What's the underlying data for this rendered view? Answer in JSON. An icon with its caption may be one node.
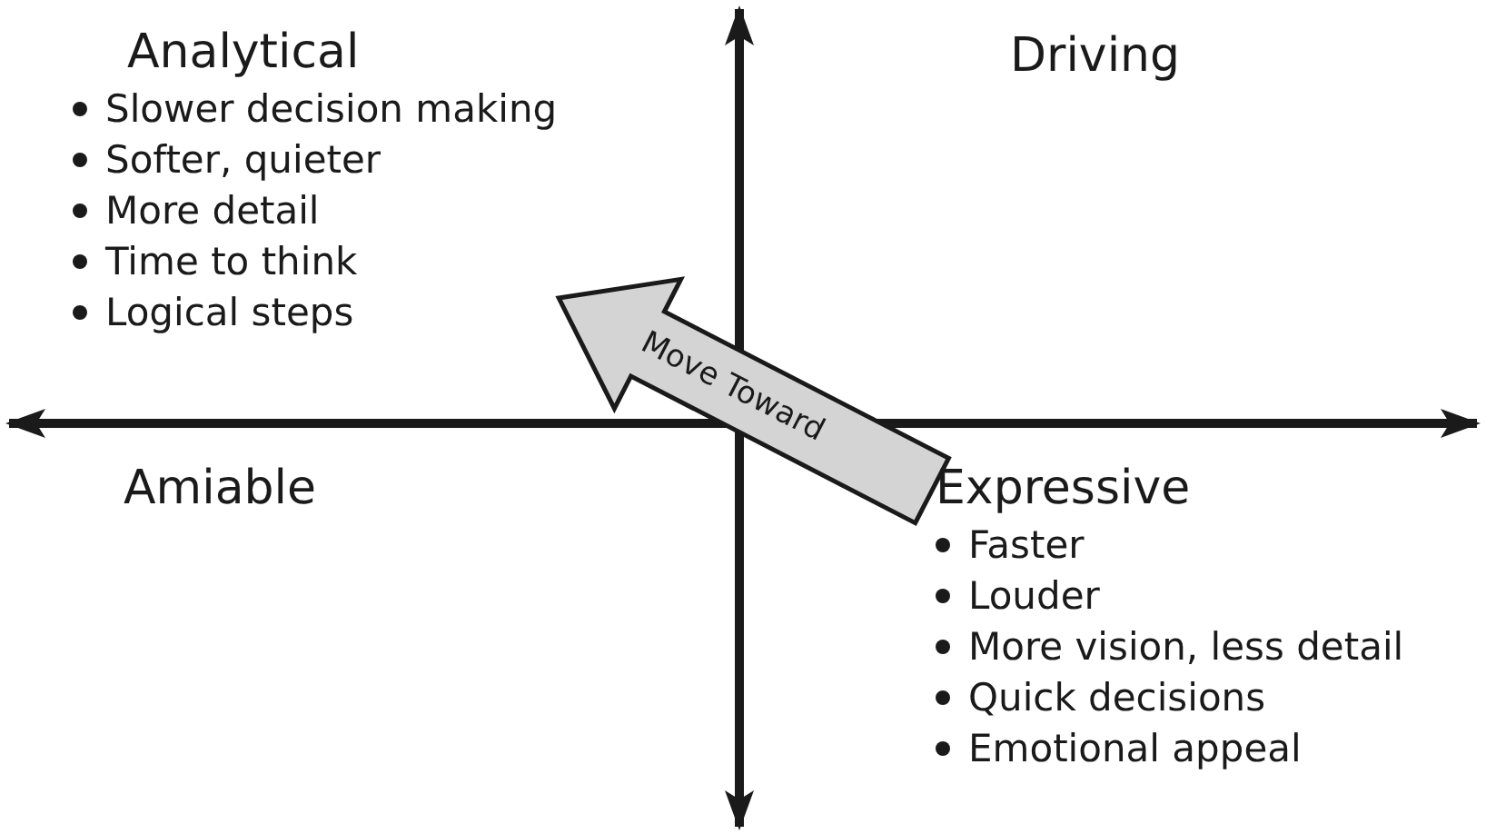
{
  "diagram": {
    "nodes": [
      {
        "text": [
          "Analytical",
          "Slower decision making",
          "Softer, quieter",
          "More detail",
          "Time to think",
          "Logical steps"
        ]
      },
      {
        "text": [
          "Driving"
        ]
      },
      {
        "text": [
          "Amiable"
        ]
      },
      {
        "text": [
          "Expressive",
          "Faster",
          "Louder",
          "More vision, less detail",
          "Quick decisions",
          "Emotional appeal"
        ]
      }
    ],
    "edges": [
      {
        "from": 3,
        "to": 0,
        "arrow": "to",
        "label": "Move Toward",
        "style": "thick"
      }
    ]
  }
}
